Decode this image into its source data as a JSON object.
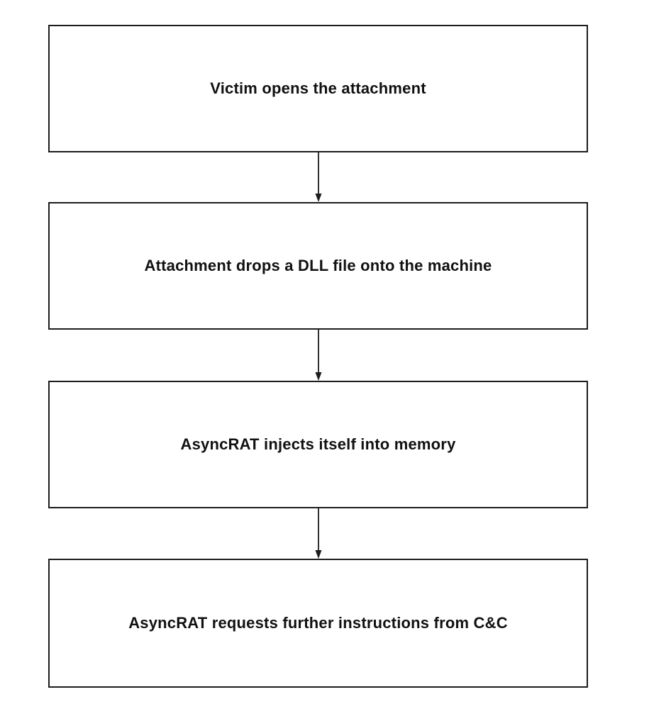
{
  "diagram": {
    "type": "flowchart",
    "direction": "top-down",
    "steps": [
      {
        "label": "Victim opens the attachment"
      },
      {
        "label": "Attachment drops a DLL file onto the machine"
      },
      {
        "label": "AsyncRAT injects itself into memory"
      },
      {
        "label": "AsyncRAT requests further instructions from C&C"
      }
    ],
    "connectors": [
      {
        "from": 0,
        "to": 1,
        "style": "arrow-down"
      },
      {
        "from": 1,
        "to": 2,
        "style": "arrow-down"
      },
      {
        "from": 2,
        "to": 3,
        "style": "arrow-down"
      }
    ],
    "colors": {
      "background": "#ffffff",
      "box_fill": "#ffffff",
      "box_border": "#1c1c1c",
      "text": "#111111",
      "arrow": "#1c1c1c"
    }
  }
}
